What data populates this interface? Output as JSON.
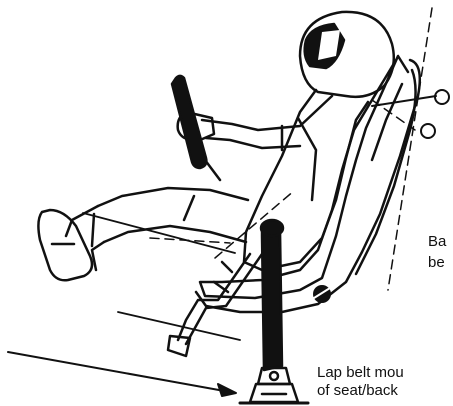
{
  "labels": {
    "back_belt_line1": "Ba",
    "back_belt_line2": "be",
    "lap_belt_line1": "Lap belt mou",
    "lap_belt_line2": "of seat/back"
  },
  "icons": [
    "helmet-icon",
    "steering-wheel-icon",
    "seat-icon",
    "harness-icon",
    "belt-anchor-icon",
    "arrow-icon"
  ],
  "colors": {
    "ink": "#111111",
    "background": "#ffffff"
  }
}
